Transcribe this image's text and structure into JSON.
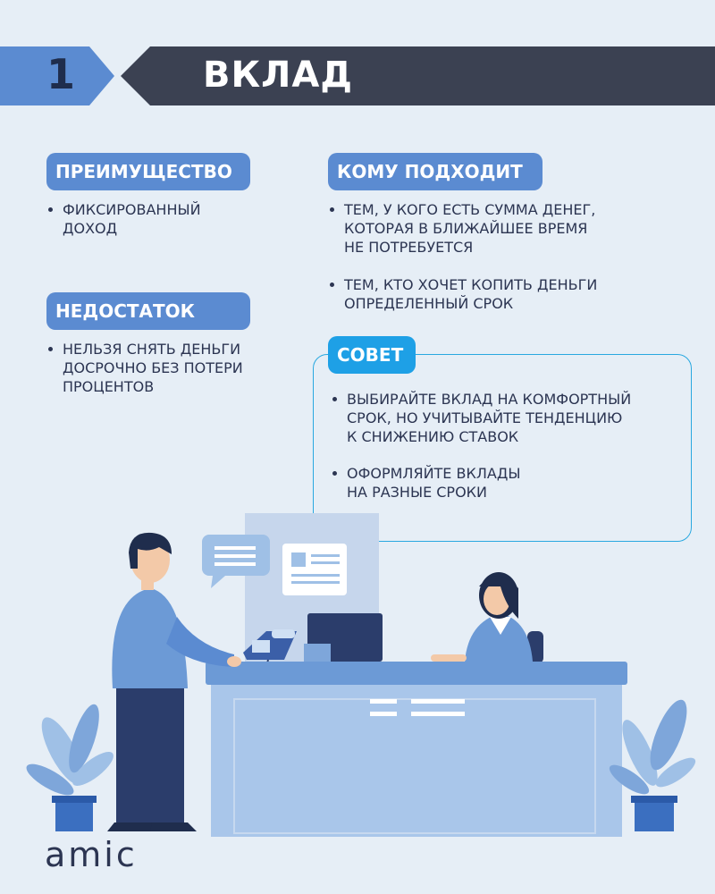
{
  "header": {
    "number": "1",
    "title": "ВКЛАД"
  },
  "advantage": {
    "title": "ПРЕИМУЩЕСТВО",
    "items": [
      "ФИКСИРОВАННЫЙ\nДОХОД"
    ]
  },
  "disadvantage": {
    "title": "НЕДОСТАТОК",
    "items": [
      "НЕЛЬЗЯ СНЯТЬ ДЕНЬГИ\nДОСРОЧНО БЕЗ ПОТЕРИ\nПРОЦЕНТОВ"
    ]
  },
  "suits": {
    "title": "КОМУ ПОДХОДИТ",
    "items": [
      "ТЕМ, У КОГО ЕСТЬ СУММА ДЕНЕГ,\nКОТОРАЯ В БЛИЖАЙШЕЕ ВРЕМЯ\nНЕ ПОТРЕБУЕТСЯ",
      "ТЕМ, КТО ХОЧЕТ КОПИТЬ ДЕНЬГИ\nОПРЕДЕЛЕННЫЙ СРОК"
    ]
  },
  "advice": {
    "title": "СОВЕТ",
    "items": [
      "ВЫБИРАЙТЕ ВКЛАД НА КОМФОРТНЫЙ\nСРОК, НО УЧИТЫВАЙТЕ ТЕНДЕНЦИЮ\nК СНИЖЕНИЮ СТАВОК",
      "ОФОРМЛЯЙТЕ ВКЛАДЫ\nНА РАЗНЫЕ СРОКИ"
    ]
  },
  "logo": {
    "text": "amic"
  },
  "colors": {
    "background": "#e6eef6",
    "accent": "#5b8bd1",
    "advice": "#1ea0e6",
    "header_dark": "#3b4152",
    "text": "#2c3552"
  },
  "illustration": {
    "icons": [
      "speech-bubble-icon",
      "document-card-icon",
      "telephone-icon",
      "monitor-icon",
      "plant-icon"
    ]
  }
}
